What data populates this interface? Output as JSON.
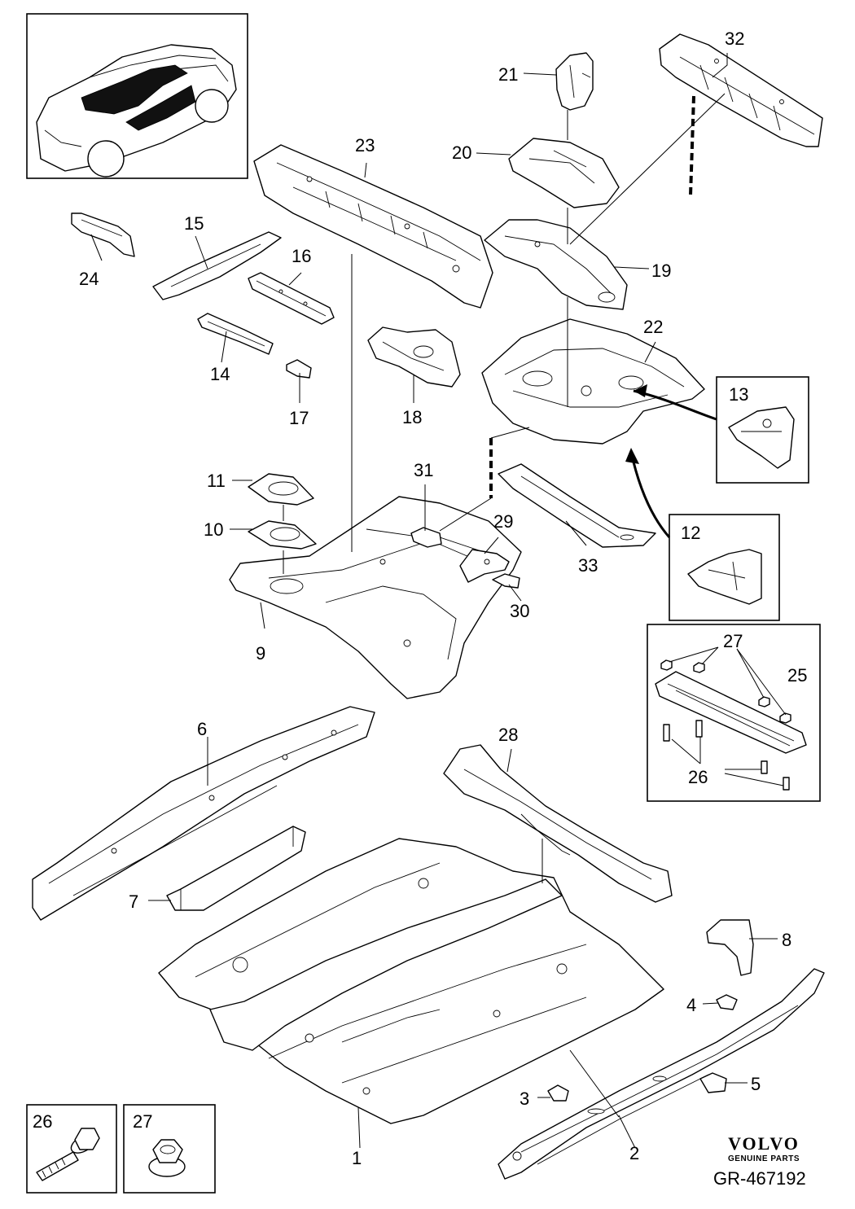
{
  "labels": {
    "p1": "1",
    "p2": "2",
    "p3": "3",
    "p4": "4",
    "p5": "5",
    "p6": "6",
    "p7": "7",
    "p8": "8",
    "p9": "9",
    "p10": "10",
    "p11": "11",
    "p12": "12",
    "p13": "13",
    "p14": "14",
    "p15": "15",
    "p16": "16",
    "p17": "17",
    "p18": "18",
    "p19": "19",
    "p20": "20",
    "p21": "21",
    "p22": "22",
    "p23": "23",
    "p24": "24",
    "p25": "25",
    "p26": "26",
    "p27": "27",
    "p28": "28",
    "p29": "29",
    "p30": "30",
    "p31": "31",
    "p32": "32",
    "p33": "33",
    "inset26": "26",
    "inset27": "27",
    "box25_27": "27",
    "box25_25": "25",
    "box25_26": "26"
  },
  "brand": {
    "name": "VOLVO",
    "sub": "GENUINE PARTS"
  },
  "reference": "GR-467192"
}
